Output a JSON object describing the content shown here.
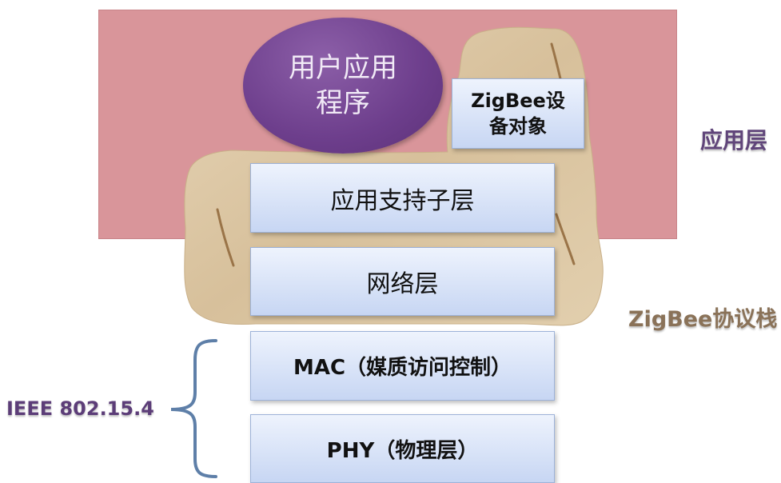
{
  "application_layer": {
    "label": "应用层",
    "user_app": "用户应用\n程序",
    "zigbee_device_object": "ZigBee设\n备对象",
    "aps": "应用支持子层"
  },
  "network_layer": "网络层",
  "zigbee_stack_label": "ZigBee协议栈",
  "mac_layer": "MAC（媒质访问控制）",
  "phy_layer": "PHY（物理层）",
  "ieee_label": "IEEE 802.15.4",
  "colors": {
    "application_region": "#d9959a",
    "ellipse": "#6d3e8c",
    "layer_box": "#c7d6f3",
    "stone": "#dcc7a4",
    "brace": "#5e7fa8"
  }
}
